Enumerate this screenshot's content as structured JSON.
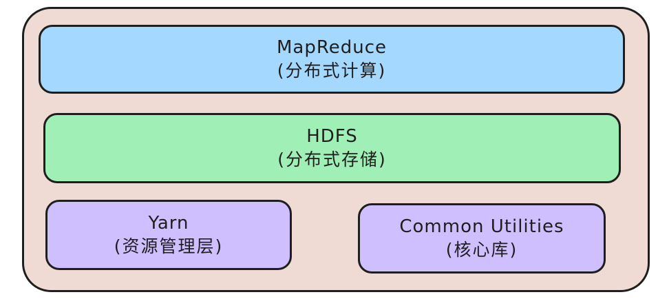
{
  "layers": {
    "mapreduce": {
      "name": "MapReduce",
      "description": "(分布式计算)",
      "color": "#a5d8ff"
    },
    "hdfs": {
      "name": "HDFS",
      "description": "(分布式存储)",
      "color": "#a0efb6"
    },
    "yarn": {
      "name": "Yarn",
      "description": "(资源管理层)",
      "color": "#d0bfff"
    },
    "common": {
      "name": "Common Utilities",
      "description": "(核心库)",
      "color": "#d0bfff"
    }
  },
  "container_color": "#efdbd3"
}
